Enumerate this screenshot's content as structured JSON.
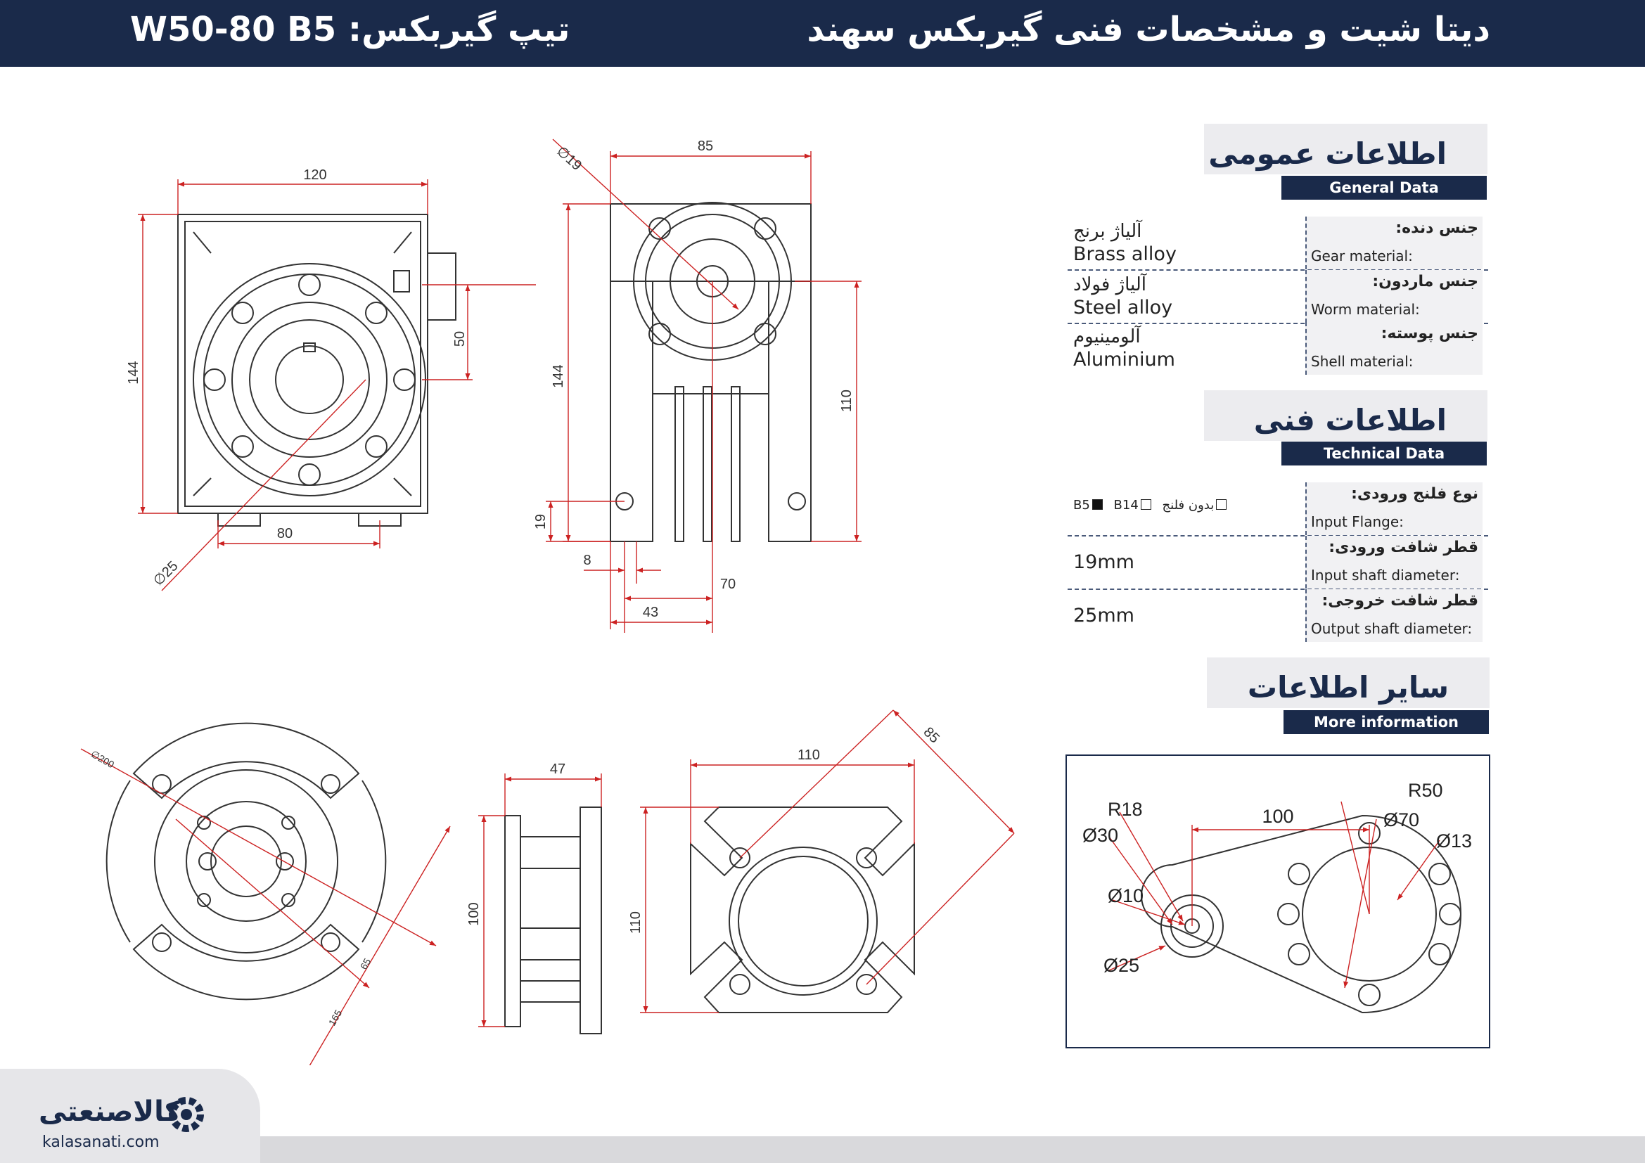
{
  "header": {
    "title_fa": "دیتا شیت و مشخصات فنی گیربکس سهند",
    "type_label": "تیپ گیربکس:",
    "type_value": "W50-80 B5"
  },
  "colors": {
    "navy": "#1a2a4a",
    "dim_red": "#cc2222",
    "line_dark": "#333333",
    "panel_gray": "#ececef"
  },
  "general": {
    "title_fa": "اطلاعات عمومی",
    "title_en": "General Data",
    "rows": [
      {
        "label_fa": "جنس دنده:",
        "label_en": "Gear material:",
        "value_fa": "آلیاژ برنج",
        "value_en": "Brass alloy"
      },
      {
        "label_fa": "جنس ماردون:",
        "label_en": "Worm material:",
        "value_fa": "آلیاژ فولاد",
        "value_en": "Steel alloy"
      },
      {
        "label_fa": "جنس پوسته:",
        "label_en": "Shell material:",
        "value_fa": "آلومینیوم",
        "value_en": "Aluminium"
      }
    ]
  },
  "technical": {
    "title_fa": "اطلاعات فنی",
    "title_en": "Technical Data",
    "flange": {
      "label_fa": "نوع فلنج ورودی:",
      "label_en": "Input Flange:",
      "options": [
        {
          "label": "B5",
          "checked": true
        },
        {
          "label": "B14",
          "checked": false
        },
        {
          "label": "بدون فلنج",
          "checked": false
        }
      ]
    },
    "input_shaft": {
      "label_fa": "قطر شافت ورودی:",
      "label_en": "Input shaft diameter:",
      "value": "19mm"
    },
    "output_shaft": {
      "label_fa": "قطر شافت خروجی:",
      "label_en": "Output shaft diameter:",
      "value": "25mm"
    }
  },
  "more": {
    "title_fa": "سایر اطلاعات",
    "title_en": "More information",
    "dims": {
      "r_small": "R18",
      "dist": "100",
      "r_large": "R50",
      "d70": "Ø70",
      "d13": "Ø13",
      "d30": "Ø30",
      "d10": "Ø10",
      "d25": "Ø25"
    }
  },
  "drawings": {
    "front": {
      "w": "120",
      "h": "144",
      "off": "50",
      "base": "80",
      "bore": "∅25"
    },
    "side": {
      "w": "85",
      "shaft": "∅19",
      "h": "144",
      "h2": "110",
      "foot": "19",
      "d8": "8",
      "d70": "70",
      "d43": "43"
    },
    "flange_round": {
      "d200": "∅200",
      "d65": "65",
      "d165": "165"
    },
    "flange_side": {
      "w": "47",
      "h": "100"
    },
    "flange_square": {
      "w": "110",
      "h": "110",
      "diag": "85"
    }
  },
  "logo": {
    "name_fa": "کالاصنعتی",
    "domain": "kalasanati.com"
  }
}
